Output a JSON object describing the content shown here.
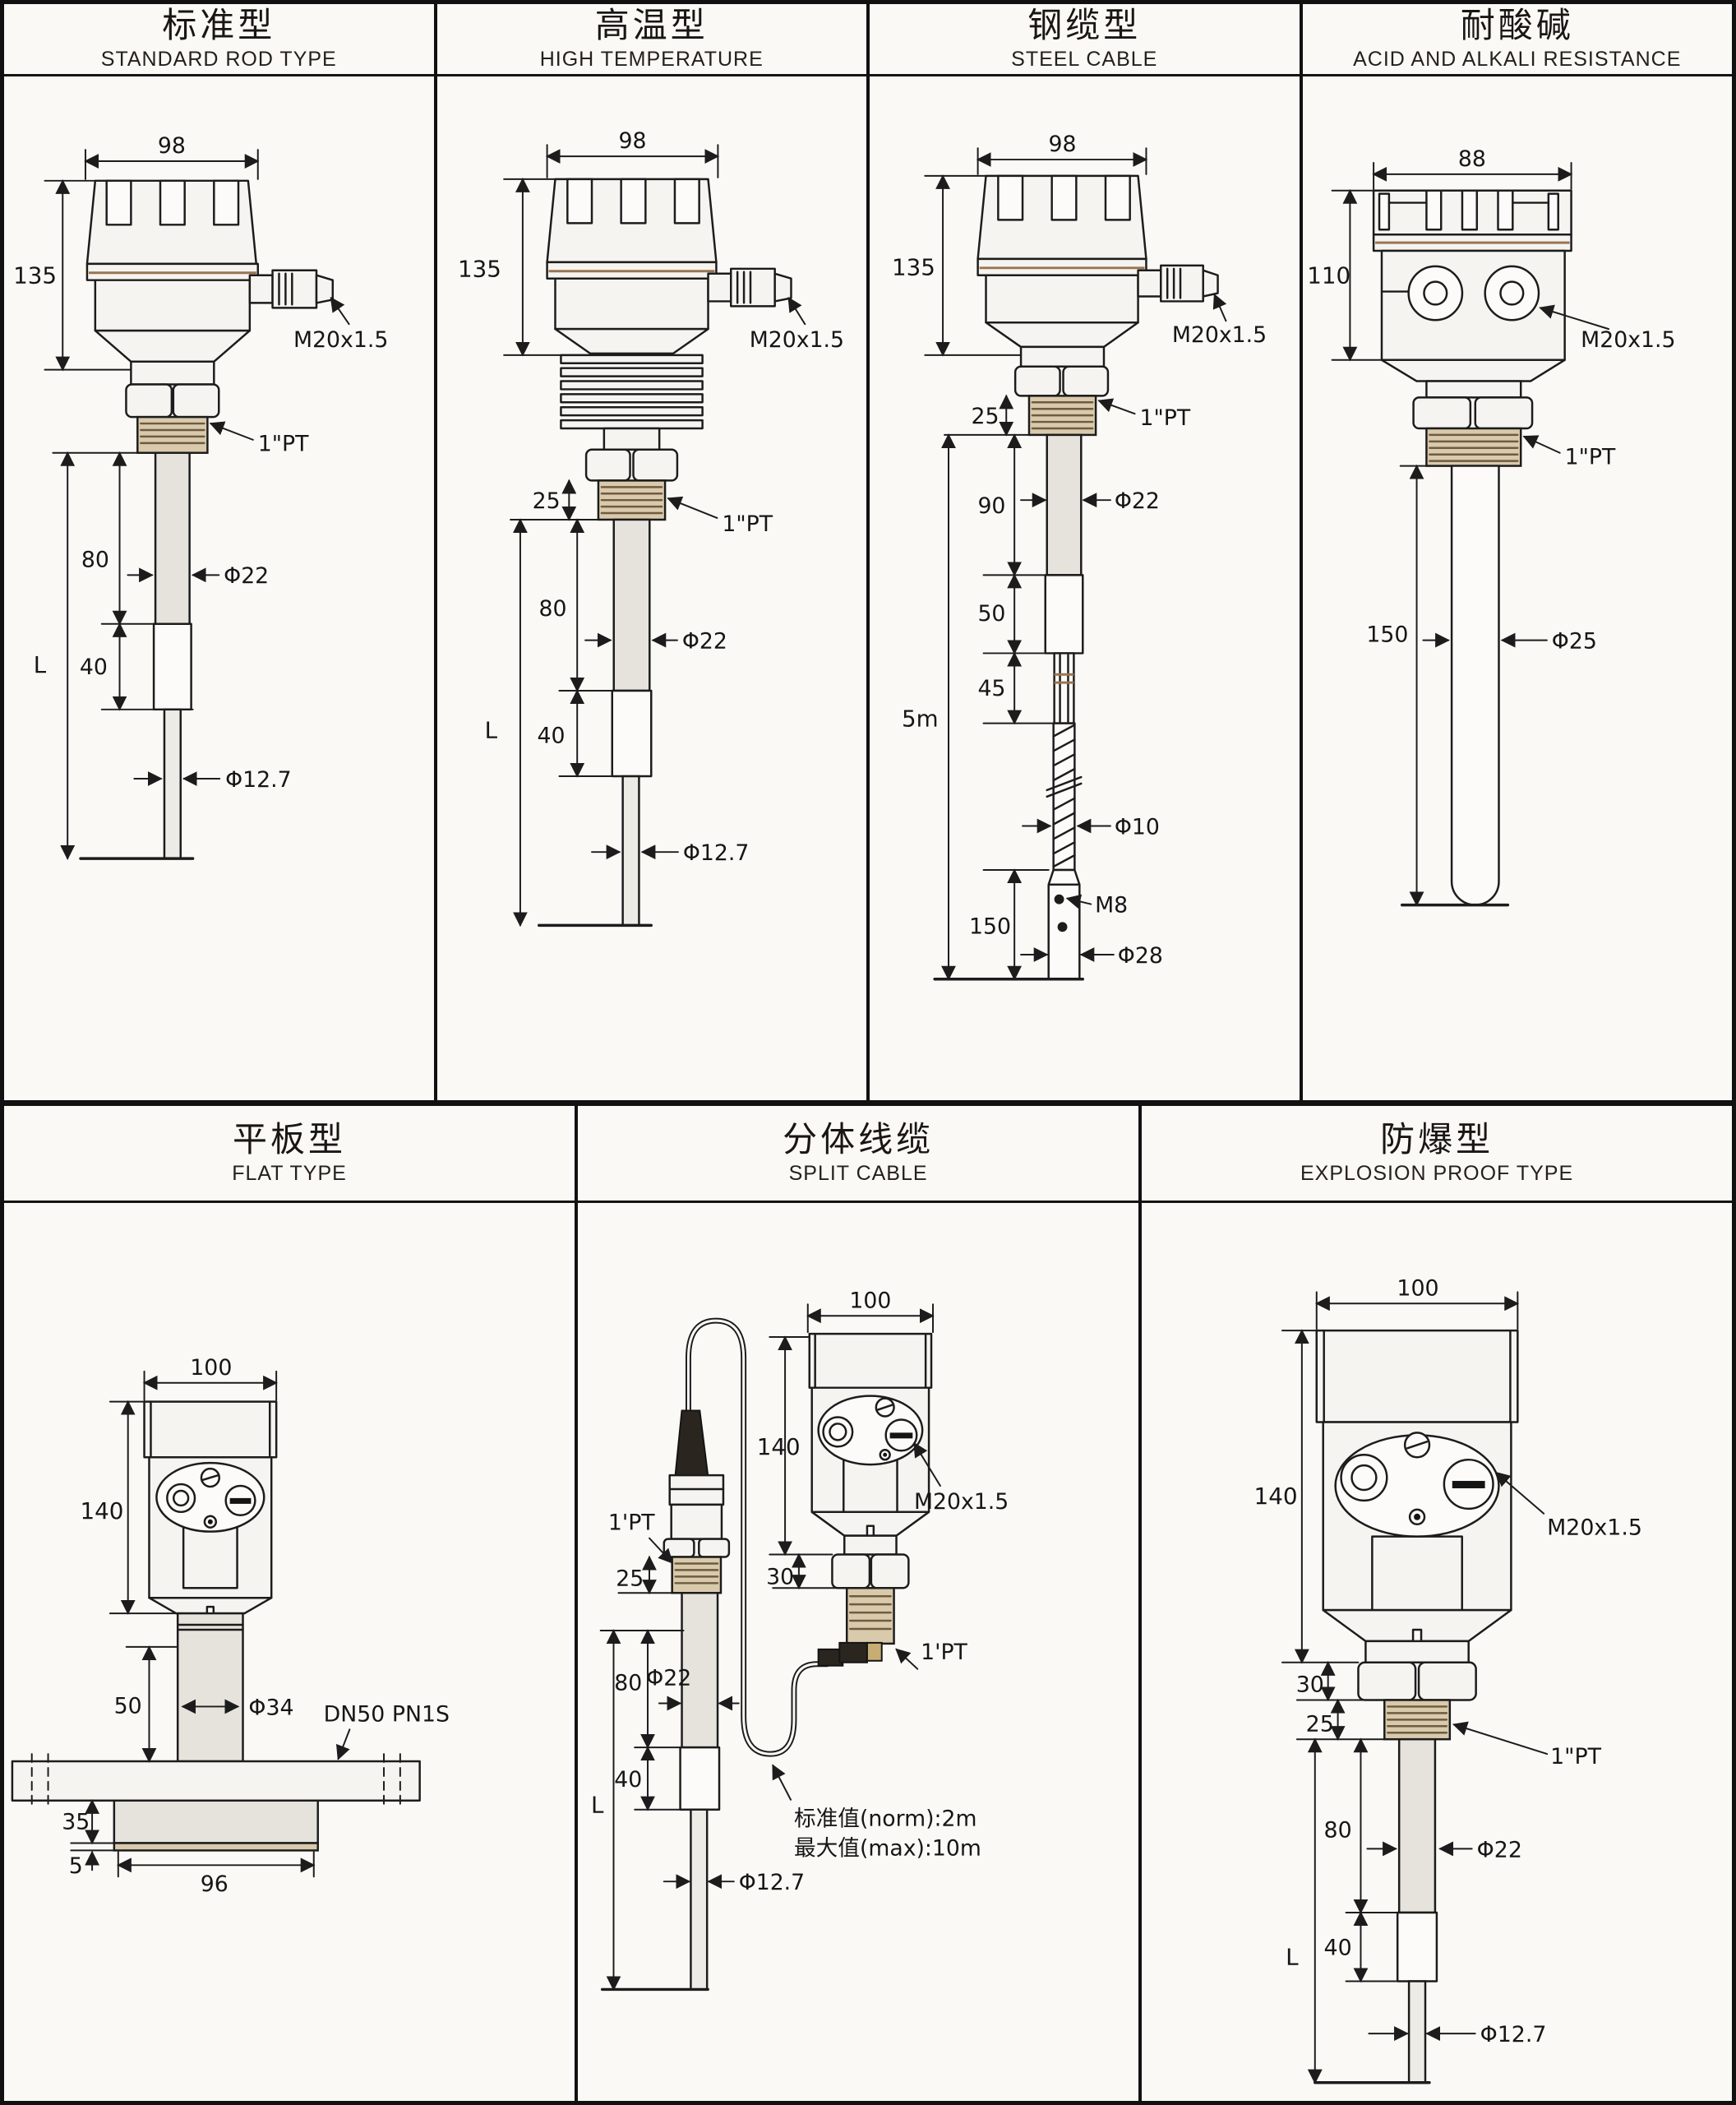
{
  "panels": {
    "standard": {
      "title_zh": "标准型",
      "title_en": "STANDARD ROD TYPE",
      "dims": {
        "head_width": "98",
        "head_height": "135",
        "cable_gland": "M20x1.5",
        "process_thread": "1\"PT",
        "upper_section": "80",
        "lower_section": "40",
        "total_length": "L",
        "rod_diameter": "Φ22",
        "tip_diameter": "Φ12.7"
      }
    },
    "high_temperature": {
      "title_zh": "高温型",
      "title_en": "HIGH TEMPERATURE",
      "dims": {
        "head_width": "98",
        "head_height": "135",
        "cable_gland": "M20x1.5",
        "thread_length": "25",
        "process_thread": "1\"PT",
        "upper_section": "80",
        "lower_section": "40",
        "total_length": "L",
        "rod_diameter": "Φ22",
        "tip_diameter": "Φ12.7"
      }
    },
    "steel_cable": {
      "title_zh": "钢缆型",
      "title_en": "STEEL CABLE",
      "dims": {
        "head_width": "98",
        "head_height": "135",
        "cable_gland": "M20x1.5",
        "thread_length": "25",
        "process_thread": "1\"PT",
        "upper_section": "90",
        "rod_diameter": "Φ22",
        "mid_section": "50",
        "lower_section": "45",
        "cable_length": "5m",
        "cable_diameter": "Φ10",
        "weight_thread": "M8",
        "weight_length": "150",
        "weight_diameter": "Φ28"
      }
    },
    "acid_alkali": {
      "title_zh": "耐酸碱",
      "title_en": "ACID AND ALKALI RESISTANCE",
      "dims": {
        "head_width": "88",
        "head_height": "110",
        "cable_gland": "M20x1.5",
        "process_thread": "1\"PT",
        "probe_length": "150",
        "rod_diameter": "Φ25"
      }
    },
    "flat": {
      "title_zh": "平板型",
      "title_en": "FLAT TYPE",
      "dims": {
        "head_width": "100",
        "head_height": "140",
        "column_length": "50",
        "column_diameter": "Φ34",
        "flange_spec": "DN50 PN1S",
        "hub_height": "35",
        "plate_thickness": "5",
        "hub_width": "96"
      }
    },
    "split_cable": {
      "title_zh": "分体线缆",
      "title_en": "SPLIT CABLE",
      "dims": {
        "probe_thread": "1'PT",
        "probe_thread_length": "25",
        "upper_section": "80",
        "rod_diameter": "Φ22",
        "lower_section": "40",
        "total_length": "L",
        "tip_diameter": "Φ12.7",
        "head_width": "100",
        "head_height": "140",
        "cable_gland": "M20x1.5",
        "hex_height": "30",
        "process_thread": "1'PT",
        "cable_norm": "标准值(norm):2m",
        "cable_max": "最大值(max):10m"
      }
    },
    "explosion_proof": {
      "title_zh": "防爆型",
      "title_en": "EXPLOSION PROOF TYPE",
      "dims": {
        "head_width": "100",
        "head_height": "140",
        "cable_gland": "M20x1.5",
        "hex_height": "30",
        "thread_length": "25",
        "process_thread": "1\"PT",
        "upper_section": "80",
        "rod_diameter": "Φ22",
        "lower_section": "40",
        "total_length": "L",
        "tip_diameter": "Φ12.7"
      }
    }
  }
}
